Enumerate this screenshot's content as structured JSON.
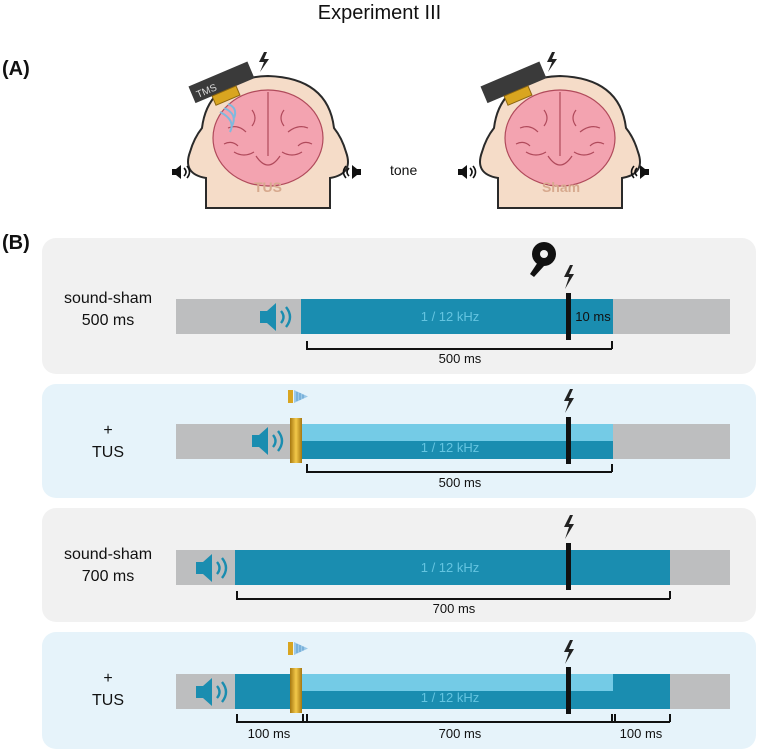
{
  "title": "Experiment III",
  "panel_a": {
    "label": "(A)",
    "tms_label": "TMS",
    "tus_label": "TUS",
    "sham_label": "Sham",
    "tone_label": "tone"
  },
  "panel_b": {
    "label": "(B)",
    "rows": [
      {
        "line1": "sound-sham",
        "line2": "500 ms",
        "freq": "1 / 12 kHz",
        "pulse_label": "10 ms",
        "durations": [
          "500 ms"
        ]
      },
      {
        "line1": "+",
        "line2": "TUS",
        "freq": "1 / 12 kHz",
        "durations": [
          "500 ms"
        ]
      },
      {
        "line1": "sound-sham",
        "line2": "700 ms",
        "freq": "1 / 12 kHz",
        "durations": [
          "700 ms"
        ]
      },
      {
        "line1": "+",
        "line2": "TUS",
        "freq": "1 / 12 kHz",
        "durations": [
          "100 ms",
          "700 ms",
          "100 ms"
        ]
      }
    ]
  },
  "colors": {
    "tone": "#1a8db0",
    "tus": "#74cbe6",
    "baseline": "#bdbebf",
    "transducer": "#d9a520"
  },
  "icons": [
    "speaker-icon",
    "lightning-icon",
    "tms-coil-icon",
    "transducer-icon",
    "brain-icon"
  ]
}
